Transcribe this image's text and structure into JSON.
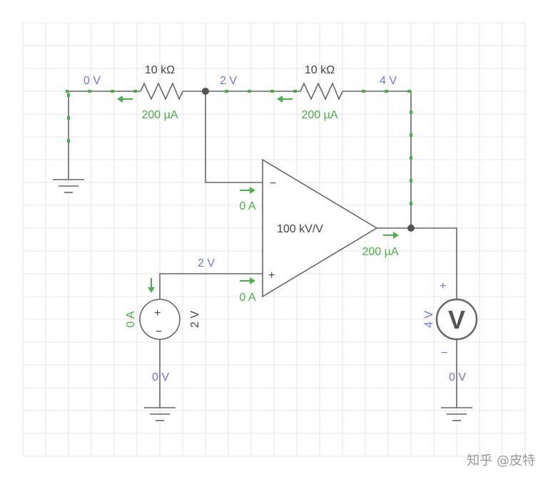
{
  "diagram": {
    "resistor_top_left": {
      "label": "10 kΩ",
      "current": "200 µA"
    },
    "resistor_top_right": {
      "label": "10 kΩ",
      "current": "200 µA"
    },
    "node_voltages": {
      "left_ground_node": "0 V",
      "inverting_node": "2 V",
      "output_top_node": "4 V",
      "source_plus_node": "2 V",
      "source_bottom": "0 V",
      "meter_bottom": "0 V"
    },
    "opamp": {
      "gain": "100 kV/V",
      "minus_symbol": "−",
      "plus_symbol": "+",
      "inv_input_current": "0 A",
      "noninv_input_current": "0 A",
      "output_current": "200 µA"
    },
    "voltage_source": {
      "value": "2 V",
      "current": "0 A",
      "plus": "+",
      "minus": "−"
    },
    "voltmeter": {
      "symbol": "V",
      "reading": "4 V",
      "plus": "+",
      "minus": "−"
    },
    "colors": {
      "voltage": "#6f79c8",
      "current": "#4cae4c",
      "wire": "#666666",
      "grid": "#e4e4e4"
    }
  },
  "watermark": "知乎 @皮特"
}
